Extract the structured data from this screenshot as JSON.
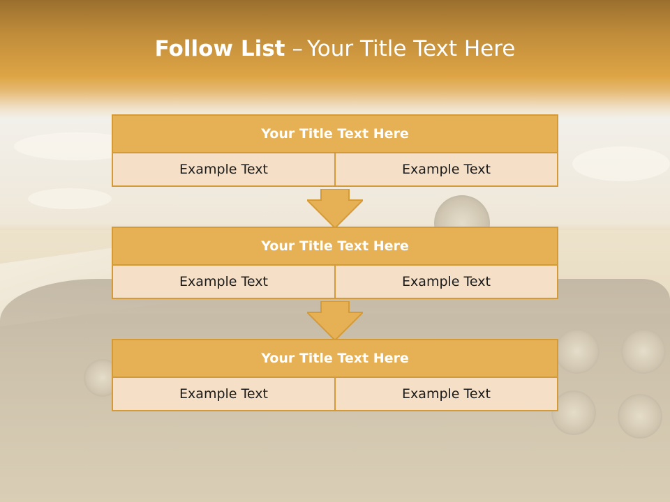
{
  "slide": {
    "title_bold": "Follow List",
    "title_dash": "–",
    "title_rest": "Your Title Text Here"
  },
  "blocks": [
    {
      "title": "Your Title Text Here",
      "left": "Example Text",
      "right": "Example Text"
    },
    {
      "title": "Your Title Text Here",
      "left": "Example Text",
      "right": "Example Text"
    },
    {
      "title": "Your Title Text Here",
      "left": "Example Text",
      "right": "Example Text"
    }
  ],
  "colors": {
    "header_band": "#dea545",
    "block_head": "#e6b055",
    "block_border": "#d49a38",
    "block_row": "#f5dfc6",
    "arrow_fill": "#e6b055"
  },
  "icons": [
    "down-arrow-icon"
  ]
}
